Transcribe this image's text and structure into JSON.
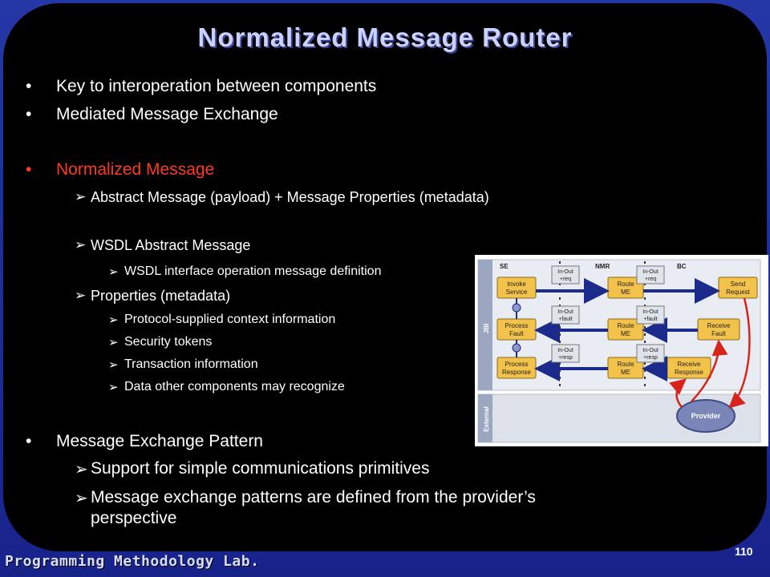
{
  "slide": {
    "title": "Normalized Message Router",
    "page_number": "110",
    "footer": "Programming Methodology Lab."
  },
  "bullets": [
    {
      "symbol": "•",
      "text": "Key to interoperation between components"
    },
    {
      "symbol": "•",
      "text": "Mediated Message Exchange"
    },
    {
      "symbol": "•",
      "text": "Normalized Message"
    },
    {
      "symbol": "•",
      "text": "Message Exchange Pattern"
    }
  ],
  "normalized_message": {
    "arrow": "Ø",
    "items": [
      "Abstract Message (payload) + Message Properties (metadata)",
      "WSDL Abstract Message",
      "Properties (metadata)"
    ],
    "wsdl_sub": [
      "WSDL interface operation message definition"
    ],
    "properties_sub": [
      "Protocol-supplied context information",
      "Security tokens",
      "Transaction information",
      "Data other components may recognize"
    ]
  },
  "mep": {
    "items": [
      "Support for simple communications primitives",
      "Message exchange patterns are defined from the provider’s",
      "perspective"
    ]
  },
  "diagram": {
    "col_se": "SE",
    "col_nmr": "NMR",
    "col_bc": "BC",
    "jbi": "JBI",
    "external": "External",
    "provider": "Provider",
    "invoke": [
      "Invoke",
      "Service"
    ],
    "process_fault": [
      "Process",
      "Fault"
    ],
    "process_response": [
      "Process",
      "Response"
    ],
    "route": [
      "Route",
      "ME"
    ],
    "send": [
      "Send",
      "Request"
    ],
    "receive_fault": [
      "Receive",
      "Fault"
    ],
    "receive_response": [
      "Receive",
      "Response"
    ],
    "tag_req": [
      "In-Out",
      "+req"
    ],
    "tag_fault": [
      "In-Out",
      "+fault"
    ],
    "tag_resp": [
      "In-Out",
      "+resp"
    ],
    "colors": {
      "box": "#f3c24b",
      "tag": "#dfe3ea",
      "arrow": "#1c2a8c",
      "red": "#d8231a",
      "provider": "#7a86b8"
    }
  }
}
